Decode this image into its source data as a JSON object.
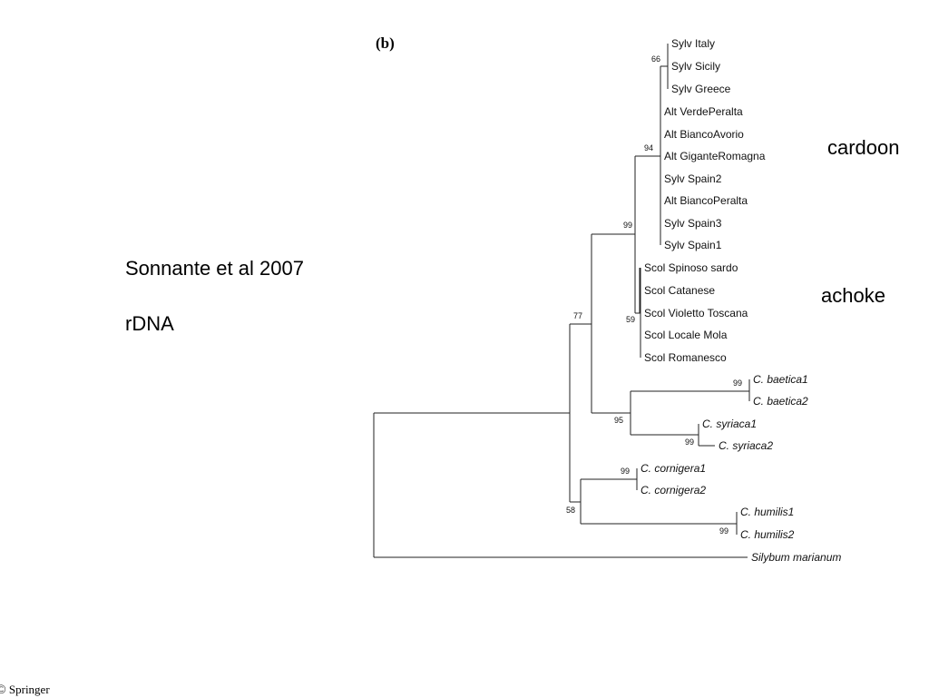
{
  "caption": {
    "author": "Sonnante et al 2007",
    "marker": "rDNA"
  },
  "panel_label": "(b)",
  "group_labels": {
    "cardoon": "cardoon",
    "artichoke": "achoke"
  },
  "footer": {
    "publisher": "Springer",
    "logo_symbol": "©"
  },
  "tree": {
    "leaves": [
      {
        "label": "Sylv Italy"
      },
      {
        "label": "Sylv Sicily"
      },
      {
        "label": "Sylv Greece"
      },
      {
        "label": "Alt VerdePeralta"
      },
      {
        "label": "Alt BiancoAvorio"
      },
      {
        "label": "Alt GiganteRomagna"
      },
      {
        "label": "Sylv Spain2"
      },
      {
        "label": "Alt BiancoPeralta"
      },
      {
        "label": "Sylv Spain3"
      },
      {
        "label": "Sylv Spain1"
      },
      {
        "label": "Scol Spinoso sardo"
      },
      {
        "label": "Scol Catanese"
      },
      {
        "label": "Scol Violetto Toscana"
      },
      {
        "label": "Scol Locale Mola"
      },
      {
        "label": "Scol Romanesco"
      },
      {
        "label": "C. baetica1",
        "italic": true
      },
      {
        "label": "C. baetica2",
        "italic": true
      },
      {
        "label": "C. syriaca1",
        "italic": true
      },
      {
        "label": "C. syriaca2",
        "italic": true
      },
      {
        "label": "C. cornigera1",
        "italic": true
      },
      {
        "label": "C. cornigera2",
        "italic": true
      },
      {
        "label": "C. humilis1",
        "italic": true
      },
      {
        "label": "C. humilis2",
        "italic": true
      },
      {
        "label": "Silybum marianum",
        "italic": true
      }
    ],
    "bootstrap_values": [
      "66",
      "94",
      "99",
      "59",
      "77",
      "99",
      "95",
      "99",
      "99",
      "58",
      "99"
    ]
  }
}
